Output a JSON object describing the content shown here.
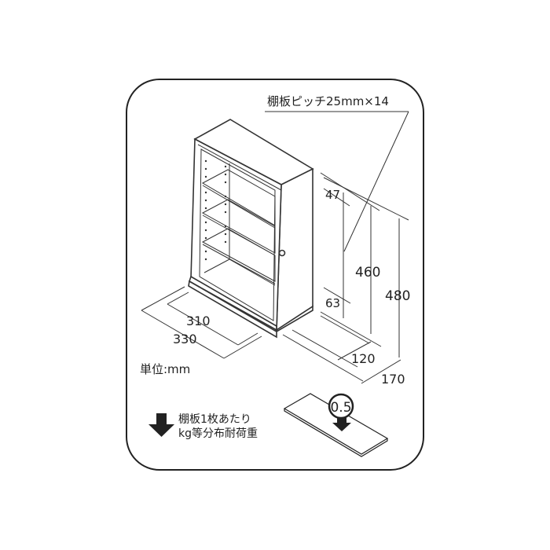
{
  "diagram": {
    "shelf_pitch_label": "棚板ピッチ25mm×14",
    "dimensions": {
      "top_gap": "47",
      "bottom_gap": "63",
      "inner_height": "460",
      "outer_height": "480",
      "inner_width": "310",
      "outer_width": "330",
      "inner_depth": "120",
      "outer_depth": "170"
    },
    "unit_label": "単位:mm",
    "load_legend": {
      "line1": "棚板1枚あたり",
      "line2": "kg等分布耐荷重",
      "icon": "down-arrow-icon"
    },
    "shelf_load_value": "0.5"
  }
}
